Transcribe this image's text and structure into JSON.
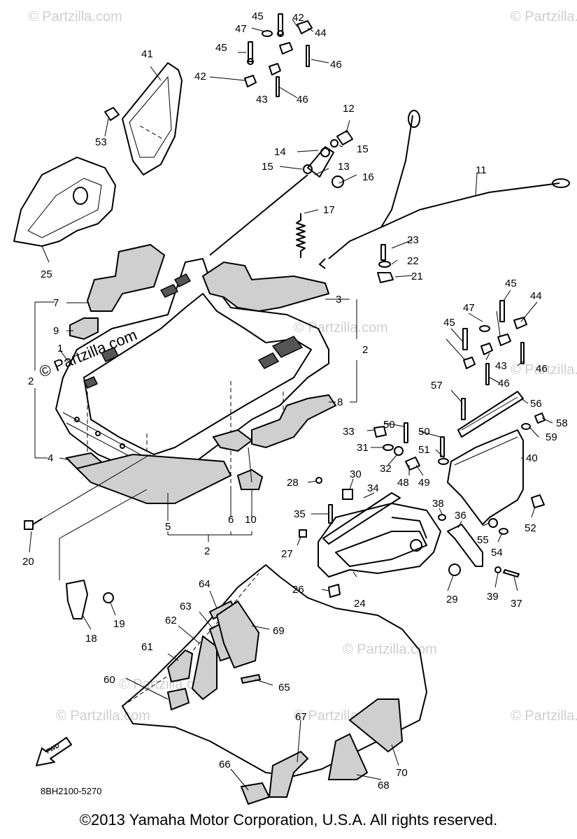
{
  "watermark": "© Partzilla.com",
  "diagram_code": "8BH2100-5270",
  "copyright": "©2013  Yamaha Motor Corporation, U.S.A. All rights reserved.",
  "fwd_label": "FWD",
  "callouts": [
    "1",
    "2",
    "2",
    "2",
    "2",
    "3",
    "4",
    "5",
    "6",
    "7",
    "8",
    "9",
    "10",
    "11",
    "12",
    "13",
    "14",
    "15",
    "15",
    "16",
    "17",
    "18",
    "19",
    "20",
    "21",
    "22",
    "23",
    "24",
    "25",
    "26",
    "27",
    "28",
    "29",
    "30",
    "31",
    "32",
    "33",
    "34",
    "35",
    "36",
    "37",
    "38",
    "39",
    "40",
    "41",
    "42",
    "42",
    "43",
    "43",
    "44",
    "44",
    "45",
    "45",
    "45",
    "45",
    "46",
    "46",
    "46",
    "46",
    "47",
    "47",
    "48",
    "49",
    "50",
    "50",
    "51",
    "52",
    "53",
    "54",
    "55",
    "56",
    "57",
    "58",
    "59",
    "60",
    "61",
    "62",
    "63",
    "64",
    "65",
    "66",
    "67",
    "68",
    "69",
    "70"
  ]
}
